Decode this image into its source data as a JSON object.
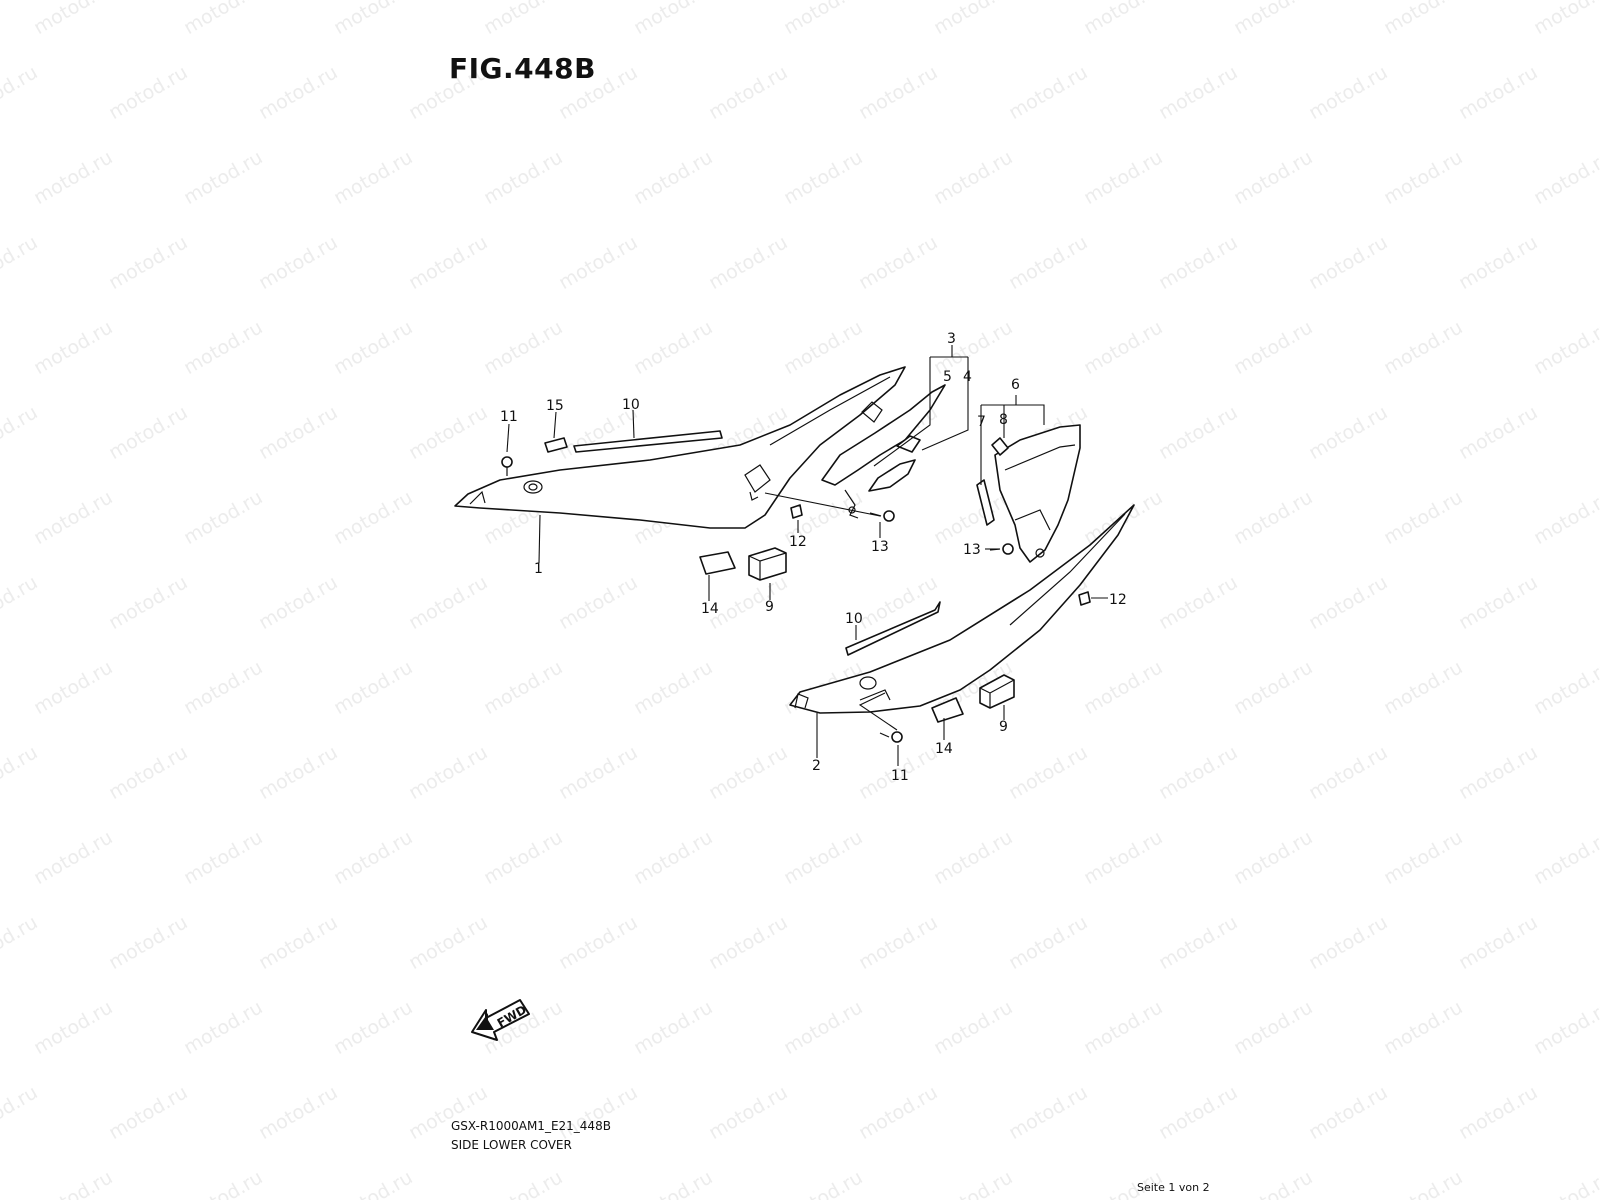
{
  "figure": {
    "title": "FIG.448B",
    "model_code": "GSX-R1000AM1_E21_448B",
    "section_name": "SIDE LOWER COVER",
    "page_indicator": "Seite 1 von 2",
    "forward_label": "FWD",
    "watermark": "motod.ru"
  },
  "callouts": [
    {
      "id": "c1",
      "label": "1"
    },
    {
      "id": "c2",
      "label": "2"
    },
    {
      "id": "c3",
      "label": "3"
    },
    {
      "id": "c4",
      "label": "4"
    },
    {
      "id": "c5",
      "label": "5"
    },
    {
      "id": "c6",
      "label": "6"
    },
    {
      "id": "c7",
      "label": "7"
    },
    {
      "id": "c8",
      "label": "8"
    },
    {
      "id": "c9a",
      "label": "9"
    },
    {
      "id": "c9b",
      "label": "9"
    },
    {
      "id": "c10a",
      "label": "10"
    },
    {
      "id": "c10b",
      "label": "10"
    },
    {
      "id": "c11a",
      "label": "11"
    },
    {
      "id": "c11b",
      "label": "11"
    },
    {
      "id": "c12a",
      "label": "12"
    },
    {
      "id": "c12b",
      "label": "12"
    },
    {
      "id": "c13a",
      "label": "13"
    },
    {
      "id": "c13b",
      "label": "13"
    },
    {
      "id": "c14a",
      "label": "14"
    },
    {
      "id": "c14b",
      "label": "14"
    },
    {
      "id": "c15",
      "label": "15"
    }
  ]
}
